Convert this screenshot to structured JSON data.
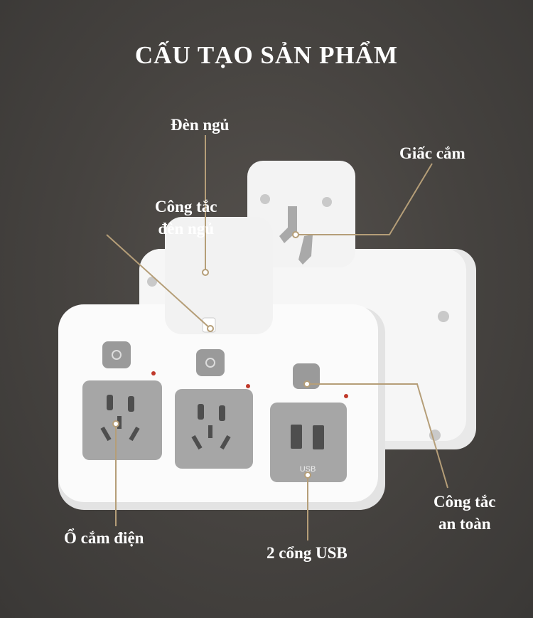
{
  "title": "CẤU TẠO SẢN PHẨM",
  "labels": {
    "night_light": "Đèn ngủ",
    "plug": "Giấc cắm",
    "night_light_switch_line1": "Công tắc",
    "night_light_switch_line2": "đèn ngủ",
    "socket": "Ổ cắm điện",
    "usb": "2 cổng USB",
    "safety_switch_line1": "Công tắc",
    "safety_switch_line2": "an toàn",
    "usb_port_mark": "USB"
  },
  "colors": {
    "leader": "#b59e78",
    "background": "#46433f",
    "device": "#f4f4f4",
    "socket_panel": "#a6a6a6"
  }
}
